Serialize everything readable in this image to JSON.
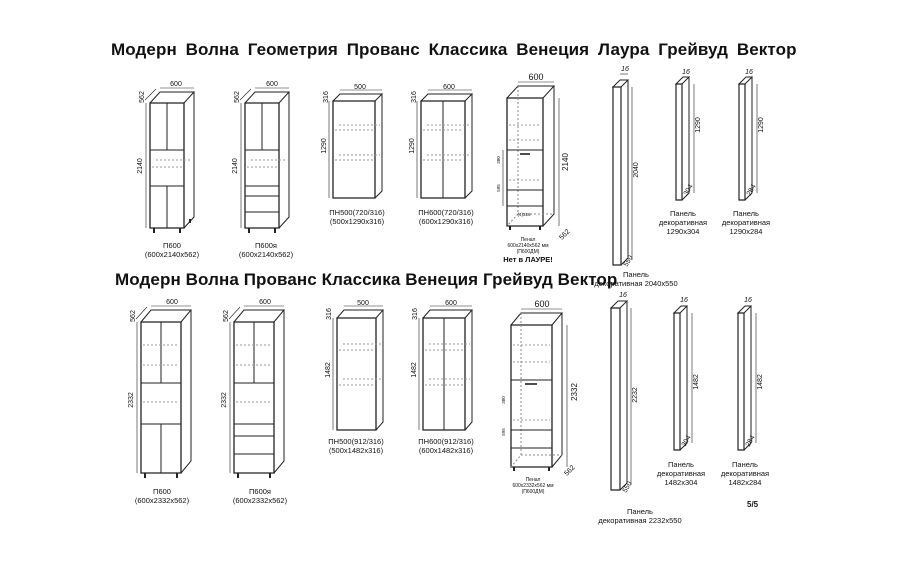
{
  "headings": {
    "row1": "Модерн   Волна   Геометрия   Прованс   Классика   Венеция  Лаура  Грейвуд  Вектор",
    "row2": "Модерн  Волна  Прованс  Классика  Венеция  Грейвуд  Вектор"
  },
  "row1": {
    "p600": {
      "name": "П600",
      "size": "(600х2140х562)",
      "w": "600",
      "d": "562",
      "h": "2140"
    },
    "p600ya": {
      "name": "П600я",
      "size": "(600х2140х562)",
      "w": "600",
      "d": "562",
      "h": "2140"
    },
    "pn500": {
      "name": "ПН500(720/316)",
      "size": "(500х1290х316)",
      "w": "500",
      "d": "316",
      "h": "1290"
    },
    "pn600": {
      "name": "ПН600(720/316)",
      "size": "(600х1290х316)",
      "w": "600",
      "d": "316",
      "h": "1290"
    },
    "pen": {
      "line1": "Пенал",
      "line2": "600х2140х562 мм",
      "line3": "(П600ДМ)",
      "warning": "Нет в ЛАУРЕ!",
      "w": "600",
      "d": "562",
      "h": "2140",
      "h1": "380",
      "h2": "595",
      "h3": "(4)316"
    },
    "panel_big": {
      "line1": "Панель",
      "line2": "декоративная 2040х550",
      "t": "16",
      "h": "2040",
      "w": "550"
    },
    "panel_304": {
      "line1": "Панель",
      "line2": "декоративная",
      "line3": "1290х304",
      "t": "16",
      "h": "1290",
      "w": "304"
    },
    "panel_284": {
      "line1": "Панель",
      "line2": "декоративная",
      "line3": "1290х284",
      "t": "16",
      "h": "1290",
      "w": "284"
    }
  },
  "row2": {
    "p600": {
      "name": "П600",
      "size": "(600х2332х562)",
      "w": "600",
      "d": "562",
      "h": "2332"
    },
    "p600ya": {
      "name": "П600я",
      "size": "(600х2332х562)",
      "w": "600",
      "d": "562",
      "h": "2332"
    },
    "pn500": {
      "name": "ПН500(912/316)",
      "size": "(500х1482х316)",
      "w": "500",
      "d": "316",
      "h": "1482"
    },
    "pn600": {
      "name": "ПН600(912/316)",
      "size": "(600х1482х316)",
      "w": "600",
      "d": "316",
      "h": "1482"
    },
    "pen": {
      "line1": "Пенал",
      "line2": "600х2332х562 мм",
      "line3": "(П600ДМ)",
      "w": "600",
      "d": "562",
      "h": "2332",
      "h1": "380",
      "h2": "595"
    },
    "panel_big": {
      "line1": "Панель",
      "line2": "декоративная 2232х550",
      "t": "16",
      "h": "2232",
      "w": "550"
    },
    "panel_304": {
      "line1": "Панель",
      "line2": "декоративная",
      "line3": "1482х304",
      "t": "16",
      "h": "1482",
      "w": "304"
    },
    "panel_284": {
      "line1": "Панель",
      "line2": "декоративная",
      "line3": "1482х284",
      "t": "16",
      "h": "1482",
      "w": "284"
    }
  },
  "page_number": "5/5"
}
